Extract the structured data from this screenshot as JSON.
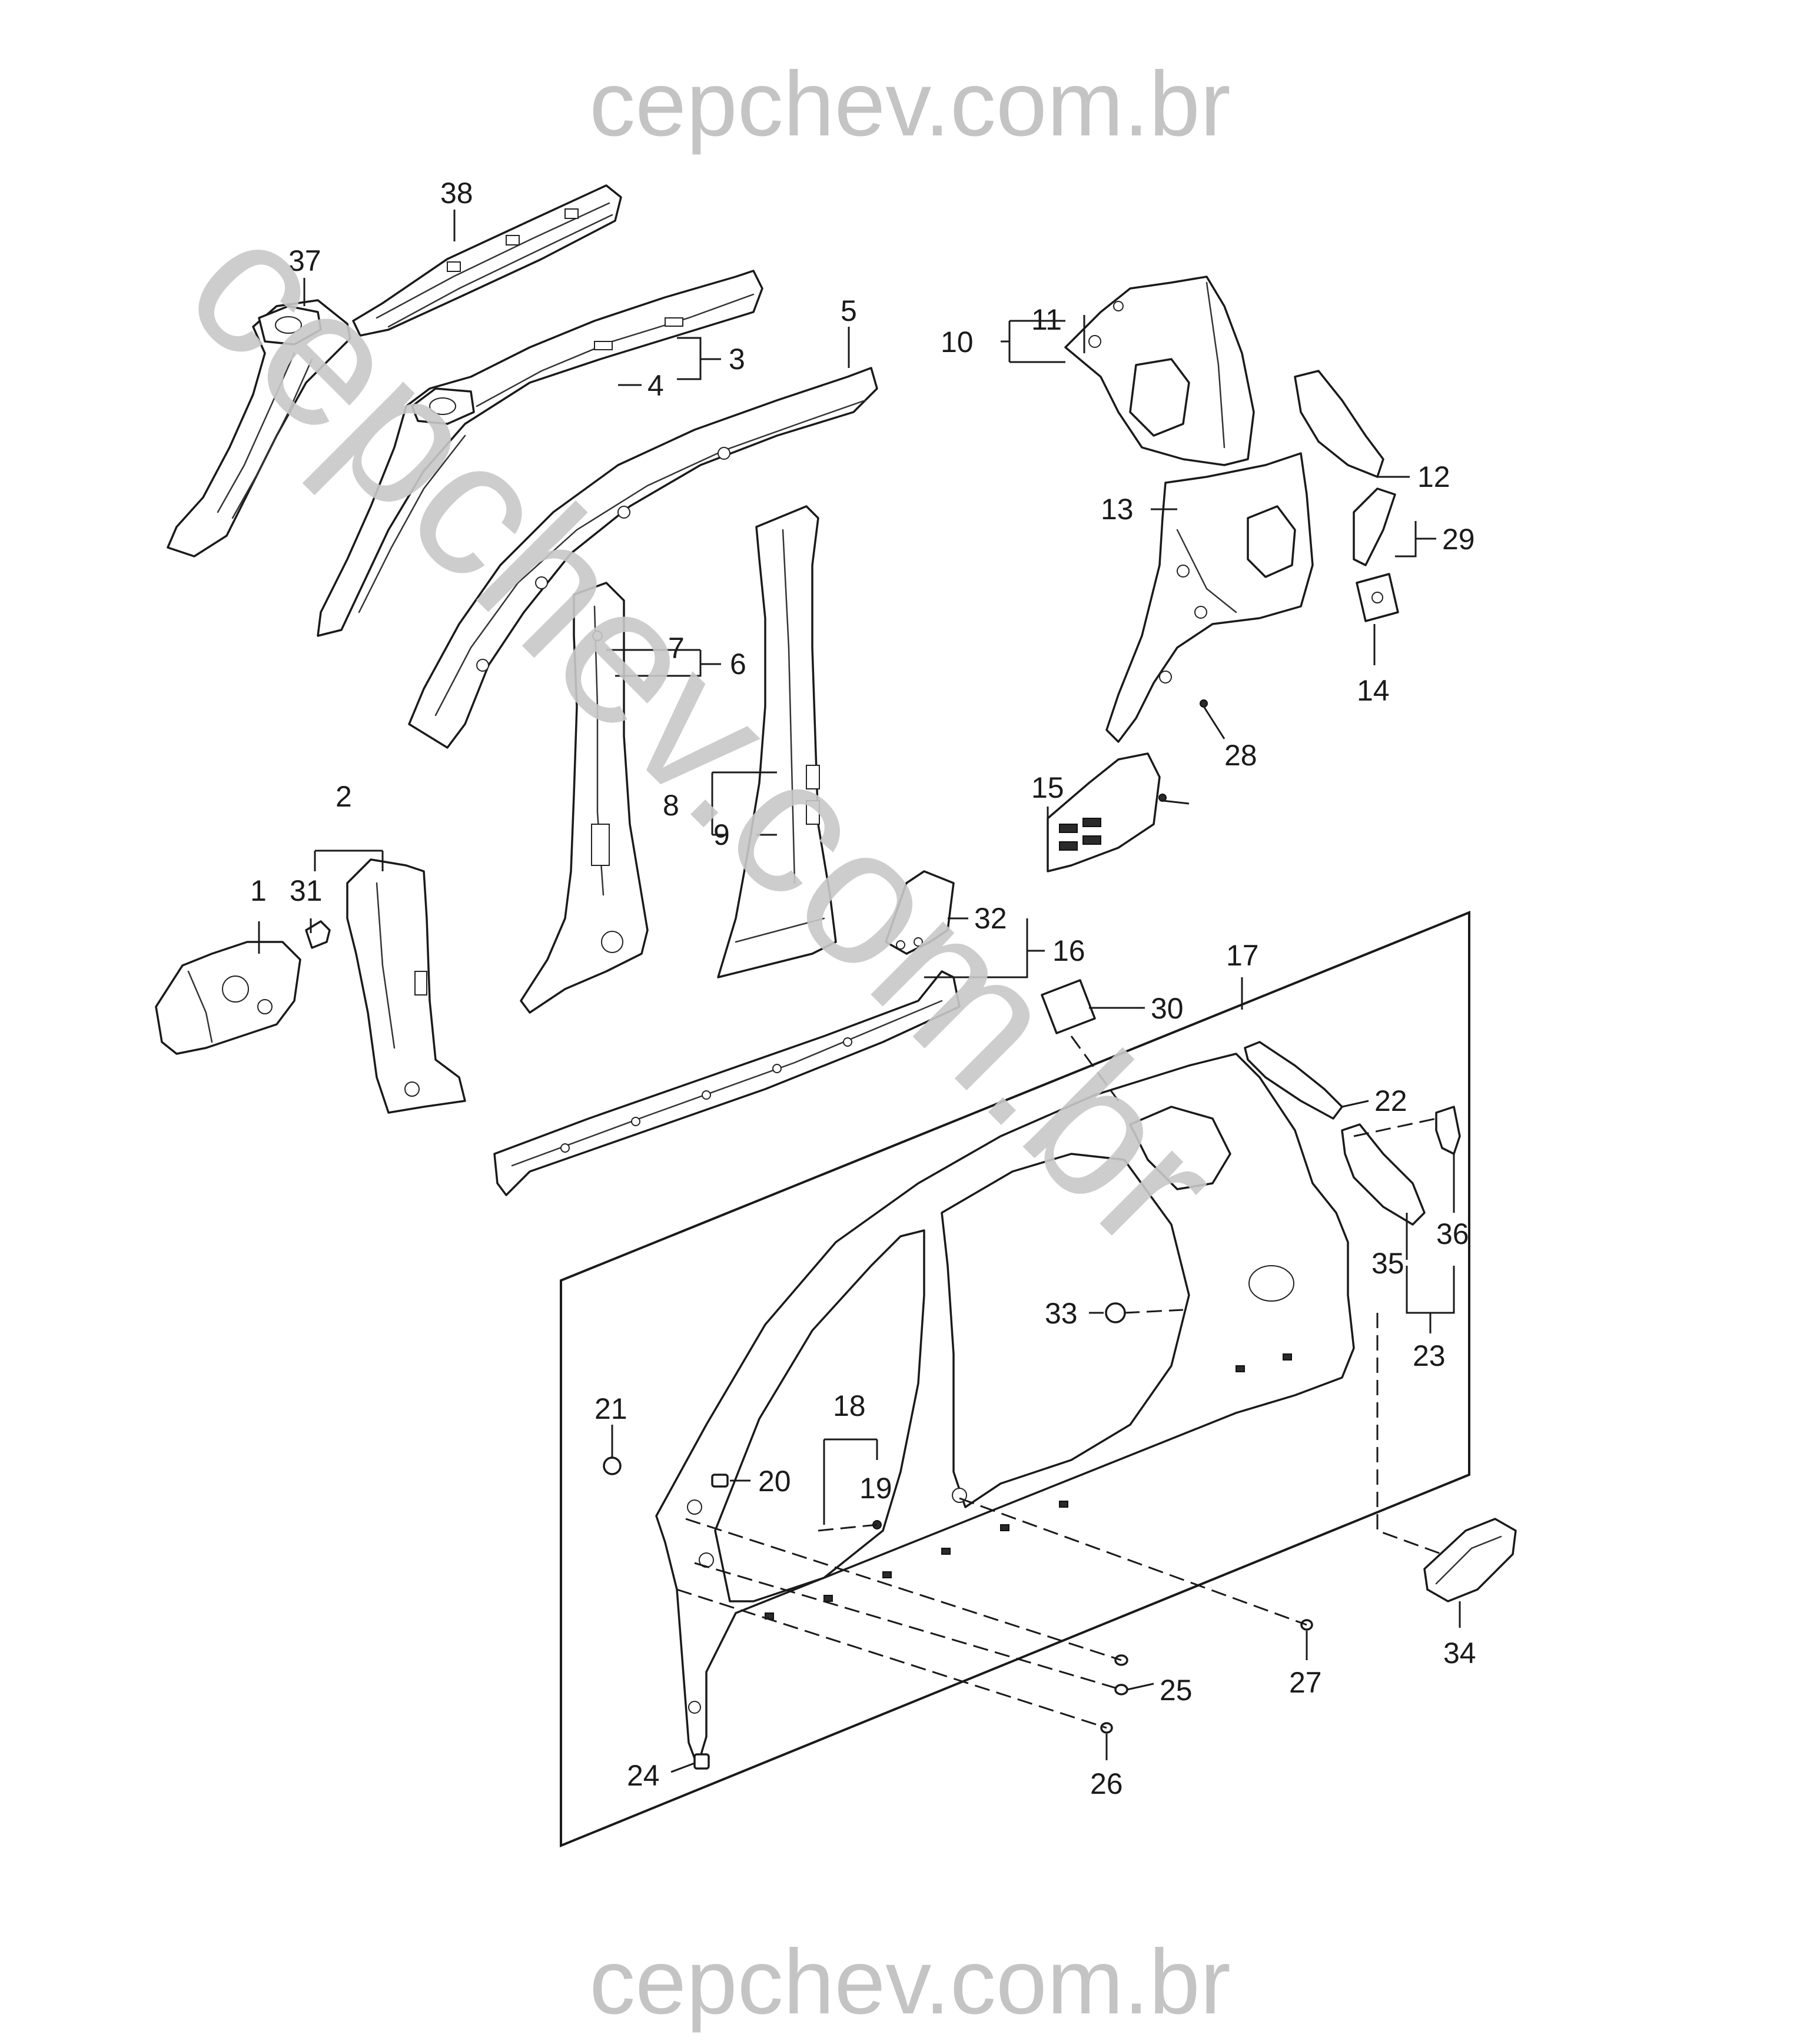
{
  "watermark": {
    "top": "cepchev.com.br",
    "bottom": "cepchev.com.br",
    "diagonal": "cepchev.com.br"
  },
  "callouts": {
    "c1": "1",
    "c2": "2",
    "c3": "3",
    "c4": "4",
    "c5": "5",
    "c6": "6",
    "c7": "7",
    "c8": "8",
    "c9": "9",
    "c10": "10",
    "c11": "11",
    "c12": "12",
    "c13": "13",
    "c14": "14",
    "c15": "15",
    "c16": "16",
    "c17": "17",
    "c18": "18",
    "c19": "19",
    "c20": "20",
    "c21": "21",
    "c22": "22",
    "c23": "23",
    "c24": "24",
    "c25": "25",
    "c26": "26",
    "c27": "27",
    "c28": "28",
    "c29": "29",
    "c30": "30",
    "c31": "31",
    "c32": "32",
    "c33": "33",
    "c34": "34",
    "c35": "35",
    "c36": "36",
    "c37": "37",
    "c38": "38"
  },
  "colors": {
    "line": "#1a1a1a",
    "watermark": "#c4c4c4",
    "background": "#ffffff"
  }
}
